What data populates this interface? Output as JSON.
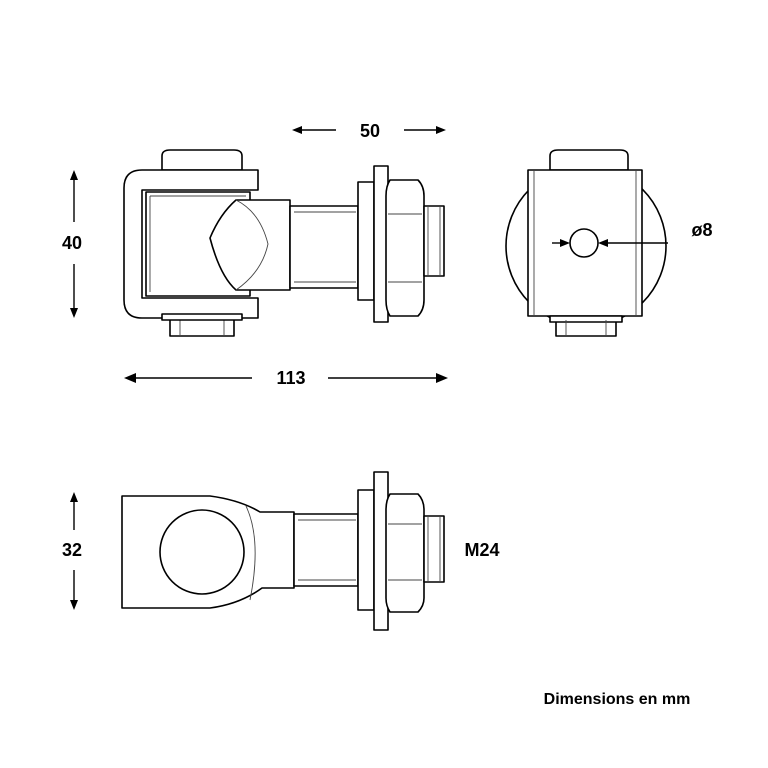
{
  "dimensions": {
    "width_top": "50",
    "height_side": "40",
    "length_total": "113",
    "hole_diameter": "ø8",
    "height_bottom": "32",
    "thread": "M24"
  },
  "note": "Dimensions en mm",
  "colors": {
    "line": "#000000",
    "background": "#ffffff"
  }
}
